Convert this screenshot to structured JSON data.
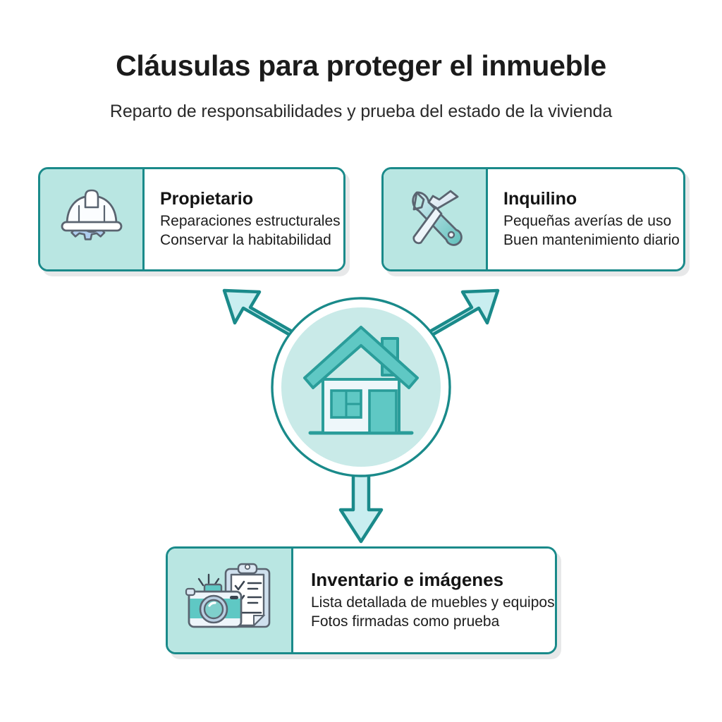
{
  "header": {
    "title": "Cláusulas para proteger el inmueble",
    "subtitle": "Reparto de responsabilidades y prueba del estado de la vivienda"
  },
  "theme": {
    "background": "#ffffff",
    "accent_border": "#1a8a8a",
    "icon_panel_fill": "#b9e6e2",
    "hub_fill": "#c9eae8",
    "arrow_fill": "#c9eef0",
    "arrow_stroke": "#1a8a8a",
    "title_color": "#1b1b1b",
    "body_text_color": "#1d1d1d"
  },
  "cards": [
    {
      "id": "owner",
      "icon": "hard-hat-gear-icon",
      "title": "Propietario",
      "lines": [
        "Reparaciones estructurales",
        "Conservar la habitabilidad"
      ]
    },
    {
      "id": "tenant",
      "icon": "wrench-hammer-icon",
      "title": "Inquilino",
      "lines": [
        "Pequeñas averías de uso",
        "Buen mantenimiento diario"
      ]
    },
    {
      "id": "inventory",
      "icon": "camera-clipboard-icon",
      "title": "Inventario e imágenes",
      "lines": [
        "Lista detallada de muebles y equipos",
        "Fotos firmadas como prueba"
      ]
    }
  ],
  "hub": {
    "icon": "house-icon",
    "label": ""
  },
  "connectors": [
    {
      "id": "hub-to-owner",
      "direction": "up-left",
      "style": "outlined-arrow"
    },
    {
      "id": "hub-to-tenant",
      "direction": "up-right",
      "style": "outlined-arrow"
    },
    {
      "id": "hub-to-inventory",
      "direction": "down",
      "style": "outlined-arrow"
    }
  ]
}
